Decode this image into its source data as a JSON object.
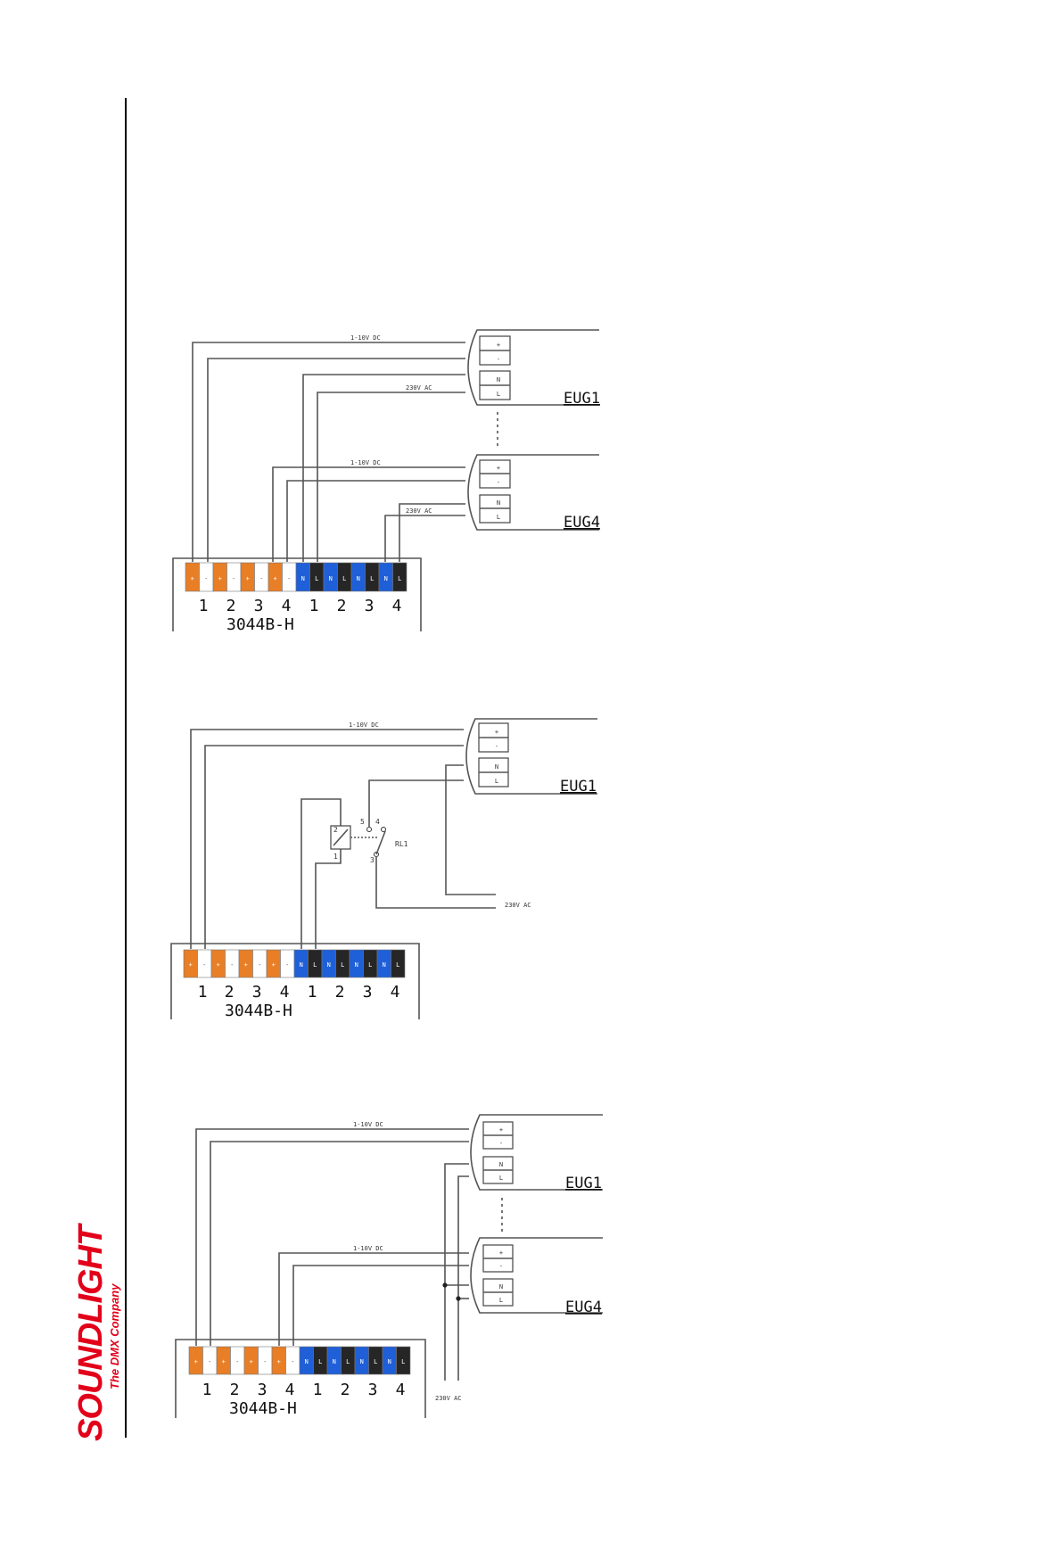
{
  "brand": {
    "name": "SOUNDLIGHT",
    "tagline": "The DMX Company",
    "color": "#e2001a"
  },
  "colors": {
    "orange": "#e87e26",
    "blue": "#1f5fd8",
    "dark": "#262626",
    "wire": "#555555"
  },
  "diagram1": {
    "device_label": "3044B-H",
    "terminal_numbers": [
      "1",
      "2",
      "3",
      "4",
      "1",
      "2",
      "3",
      "4"
    ],
    "signal_label_1": "1-10V DC",
    "power_label_1": "230V AC",
    "signal_label_2": "1-10V DC",
    "power_label_2": "230V AC",
    "ballast_1": "EUG1",
    "ballast_2": "EUG4"
  },
  "diagram2": {
    "device_label": "3044B-H",
    "terminal_numbers": [
      "1",
      "2",
      "3",
      "4",
      "1",
      "2",
      "3",
      "4"
    ],
    "signal_label": "1-10V DC",
    "power_label": "230V AC",
    "ballast": "EUG1",
    "relay_label": "RL1",
    "relay_pins": [
      "2",
      "1",
      "5",
      "4",
      "3"
    ]
  },
  "diagram3": {
    "device_label": "3044B-H",
    "terminal_numbers": [
      "1",
      "2",
      "3",
      "4",
      "1",
      "2",
      "3",
      "4"
    ],
    "signal_label_1": "1-10V DC",
    "signal_label_2": "1-10V DC",
    "power_label": "230V AC",
    "ballast_1": "EUG1",
    "ballast_2": "EUG4"
  },
  "terminal_marks": {
    "plus": "+",
    "minus": "-",
    "neutral": "N",
    "live": "L"
  }
}
